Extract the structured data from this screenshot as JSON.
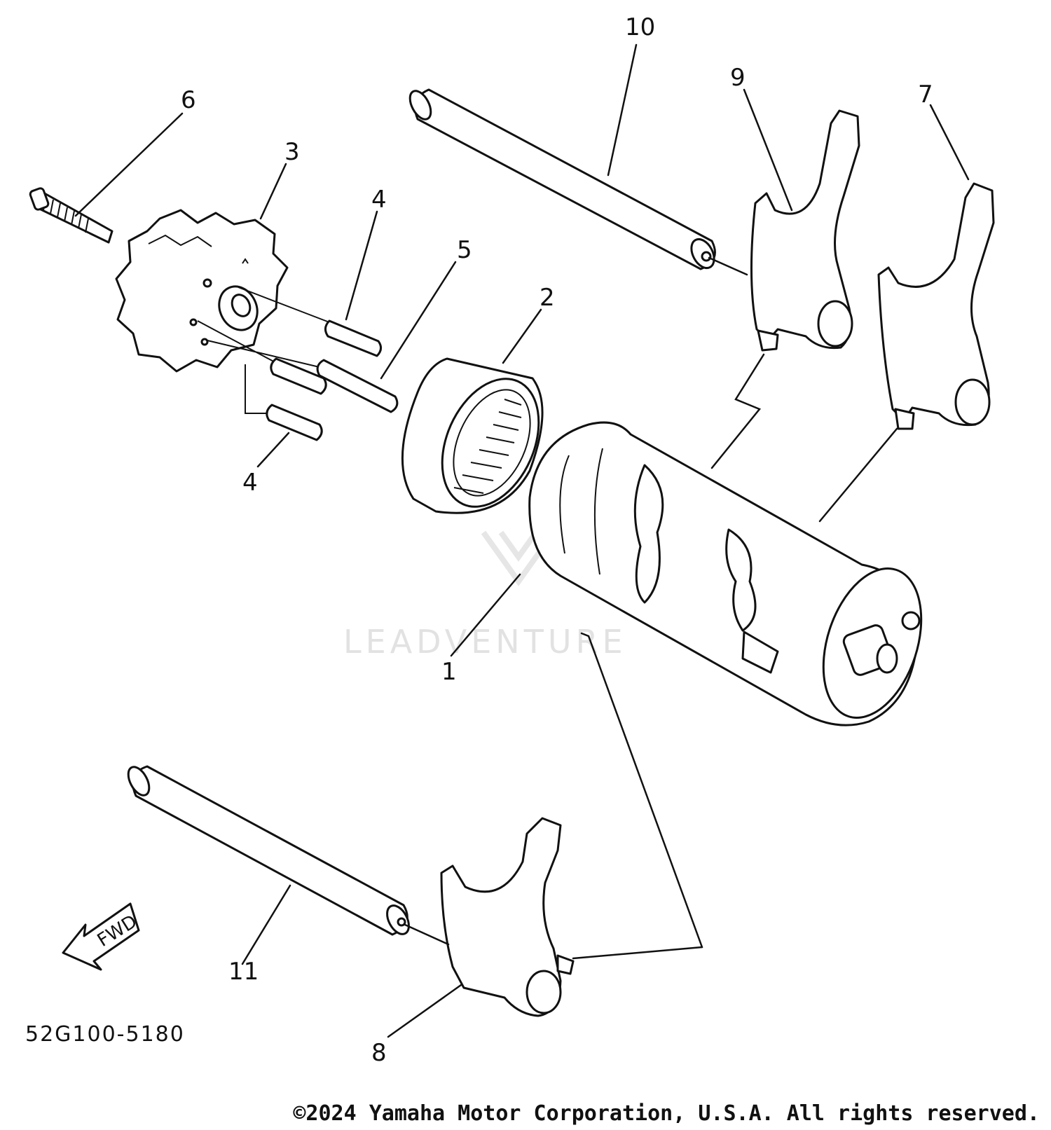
{
  "diagram": {
    "callouts": [
      "1",
      "2",
      "3",
      "4",
      "4",
      "5",
      "6",
      "7",
      "8",
      "9",
      "10",
      "11"
    ],
    "figure_code": "52G100-5180",
    "direction_label": "FWD",
    "watermark": "LEADVENTURE"
  },
  "footer": {
    "copyright": "©2024 Yamaha Motor Corporation, U.S.A. All rights reserved."
  }
}
